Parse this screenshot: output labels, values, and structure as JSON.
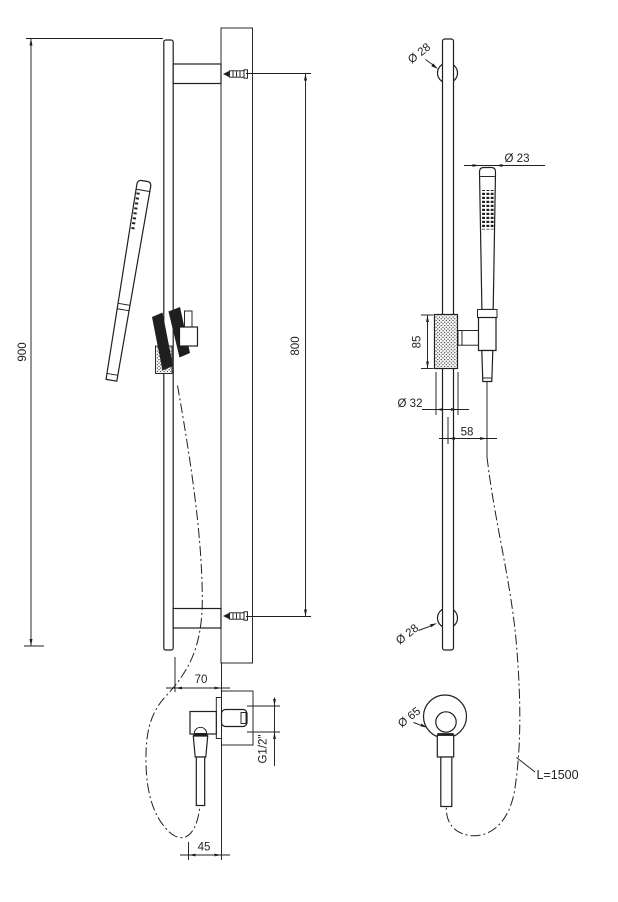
{
  "meta": {
    "type": "technical-dimension-drawing",
    "subject": "Sliding shower rail set with hand shower and wall water outlet",
    "units": "mm"
  },
  "side_view": {
    "dim_rail_length": "900",
    "dim_bracket_spacing": "800",
    "dim_wall_clearance": "70"
  },
  "front_view": {
    "dim_top_bracket_diameter": "Ø 28",
    "dim_handshower_diameter": "Ø 23",
    "dim_slider_height": "85",
    "dim_slider_diameter": "Ø 32",
    "dim_handshower_offset": "58",
    "dim_bottom_bracket_diameter": "Ø 28"
  },
  "outlet_side": {
    "dim_thread": "G1/2\"",
    "dim_projection_depth": "45"
  },
  "outlet_front": {
    "dim_escutcheon_diameter": "Ø 65",
    "dim_hose_length": "L=1500"
  }
}
